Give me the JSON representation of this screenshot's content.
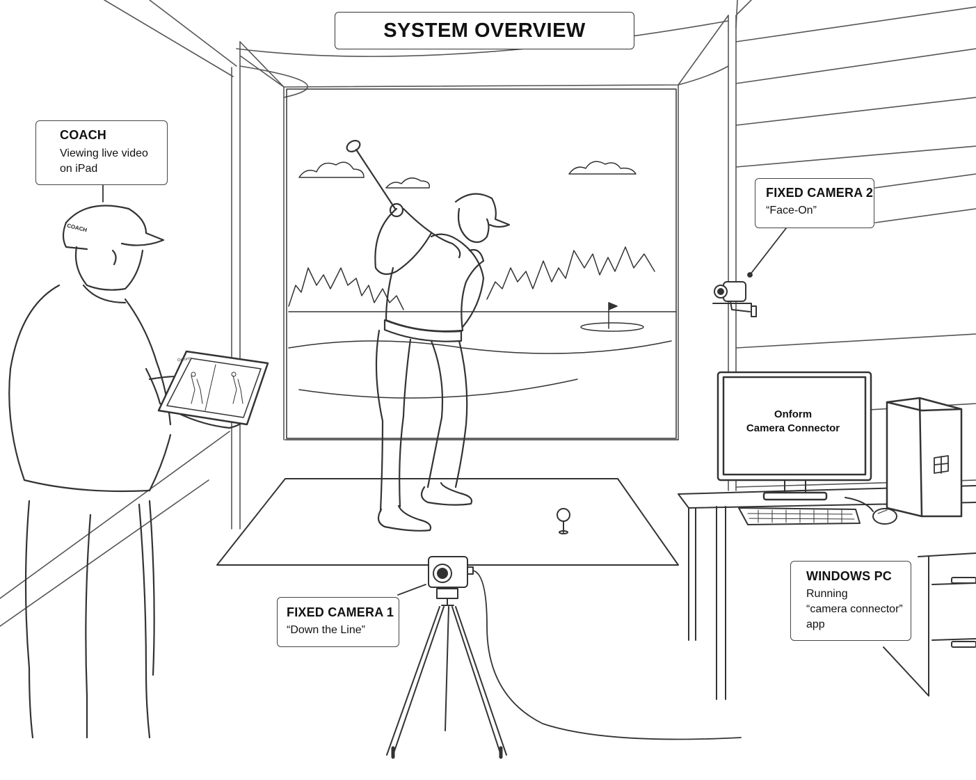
{
  "title": "SYSTEM OVERVIEW",
  "callouts": {
    "coach": {
      "title": "COACH",
      "lines": [
        "Viewing live video",
        "on iPad"
      ]
    },
    "camera2": {
      "title": "FIXED CAMERA 2",
      "lines": [
        "“Face-On”"
      ]
    },
    "camera1": {
      "title": "FIXED CAMERA 1",
      "lines": [
        "“Down the Line”"
      ]
    },
    "pc": {
      "title": "WINDOWS PC",
      "lines": [
        "Running",
        "“camera connector”",
        "app"
      ]
    }
  },
  "monitor": {
    "lines": [
      "Onform",
      "Camera Connector"
    ]
  },
  "cap_text": "COACH",
  "ipad_header": "Onform",
  "icons": [
    "golfer",
    "coach-figure",
    "ipad",
    "webcam",
    "tripod-camera",
    "monitor",
    "pc-tower",
    "keyboard",
    "mouse",
    "desk",
    "flag",
    "golf-ball"
  ],
  "colors": {
    "line": "#333333",
    "background": "#ffffff"
  }
}
